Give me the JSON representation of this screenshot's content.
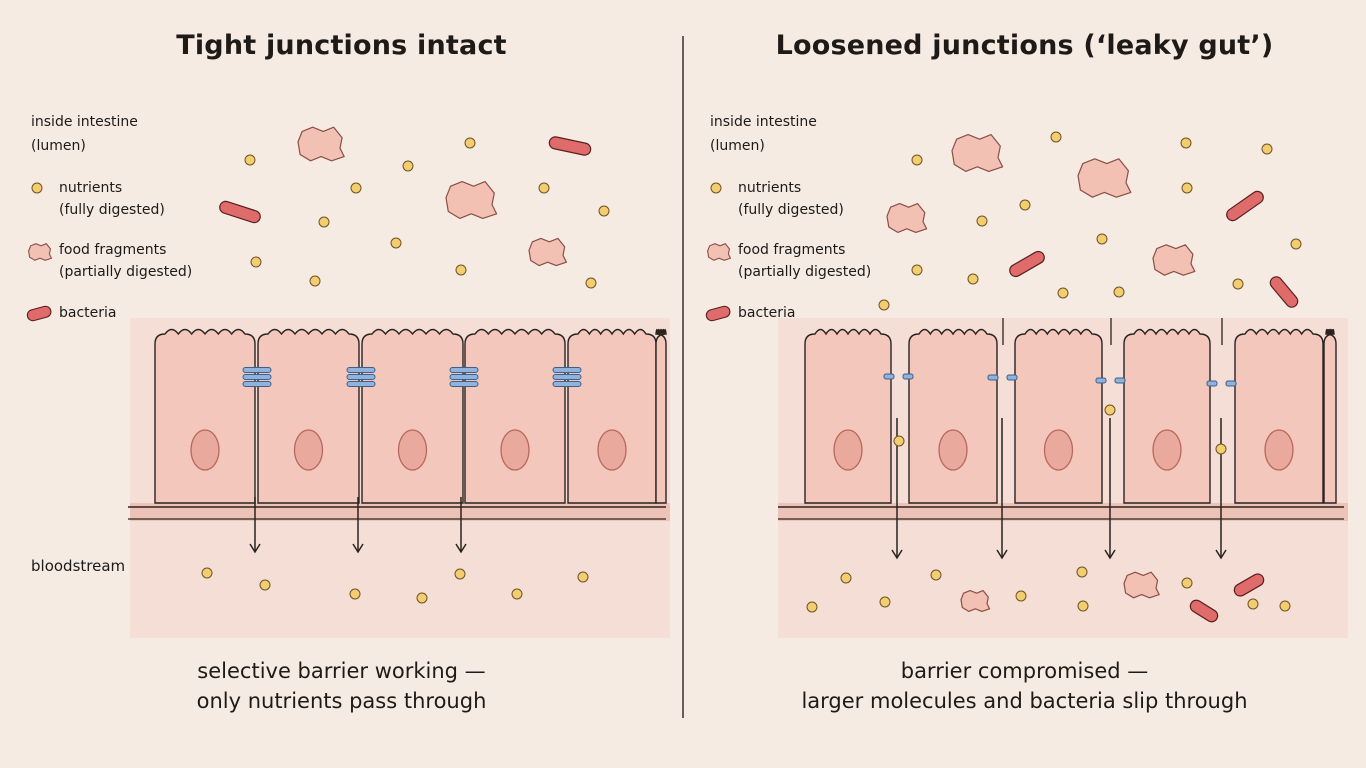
{
  "left_panel": {
    "title": "Tight  junctions intact",
    "caption_line1": "selective barrier working —",
    "caption_line2": "only nutrients pass through"
  },
  "right_panel": {
    "title": "Loosened junctions (‘leaky gut’)",
    "caption_line1": "barrier compromised —",
    "caption_line2": "larger molecules and bacteria slip through"
  },
  "legend": {
    "lumen_line1": "inside intestine",
    "lumen_line2": "(lumen)",
    "nutrients": "nutrients",
    "nutrients_sub": "(fully digested)",
    "food": "food fragments",
    "food_sub": "(partially digested)",
    "bacteria": "bacteria",
    "bloodstream": "bloodstream"
  },
  "colors": {
    "background": "#f5ebe3",
    "cell_fill": "#f3c7bc",
    "nucleus": "#eaa99d",
    "nutrient": "#f3cd6f",
    "food_fragment": "#f2c1b4",
    "bacteria": "#e06b6b",
    "tight_junction": "#8fb3dc",
    "outline": "#2a2320"
  }
}
